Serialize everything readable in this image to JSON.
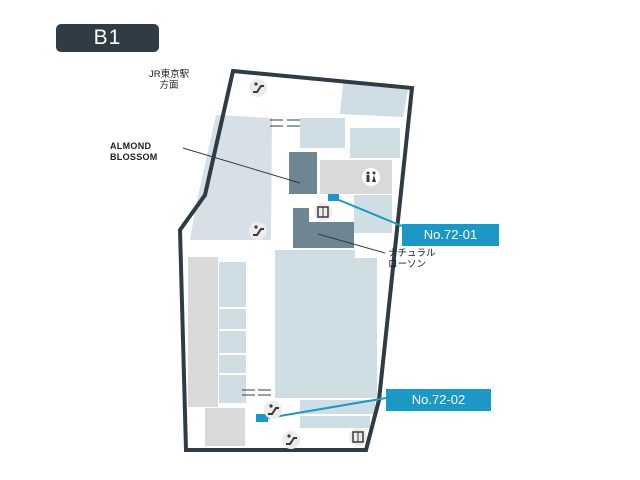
{
  "floor": {
    "label": "B1"
  },
  "direction_label": "JR東京駅\n方面",
  "shop_labels": {
    "almond": "ALMOND\nBLOSSOM",
    "natural": "ナチュラル\nローソン"
  },
  "callouts": [
    {
      "id": "No.72-01"
    },
    {
      "id": "No.72-02"
    }
  ],
  "colors": {
    "badge": "#2f3b45",
    "outline": "#2f3b45",
    "floor": "#ffffff",
    "block_blue": "#cfdde5",
    "block_grey": "#d8d8d8",
    "highlight": "#6f8592",
    "marker": "#1c98c6",
    "icon_bg": "#ececec",
    "icon_fg": "#3a3a3a"
  },
  "icons": [
    "escalator-icon",
    "restroom-icon",
    "elevator-icon"
  ]
}
